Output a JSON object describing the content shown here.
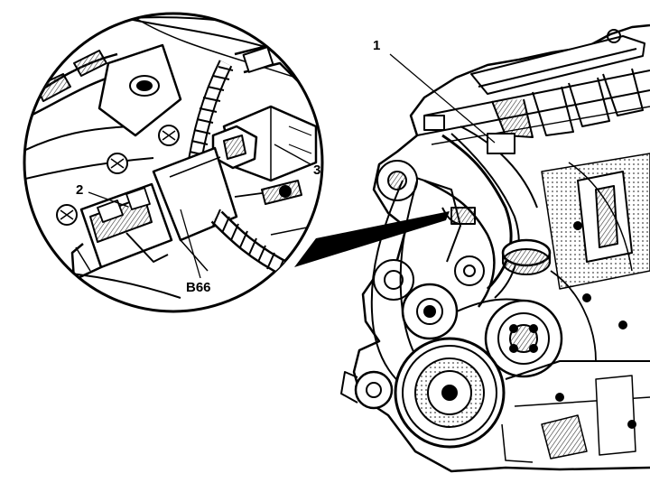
{
  "callouts": {
    "part_1": "1",
    "part_2": "2",
    "part_3": "3",
    "sensor": "B66"
  },
  "colors": {
    "ink": "#000000",
    "paper": "#ffffff",
    "hatch": "#3a3a3a"
  }
}
